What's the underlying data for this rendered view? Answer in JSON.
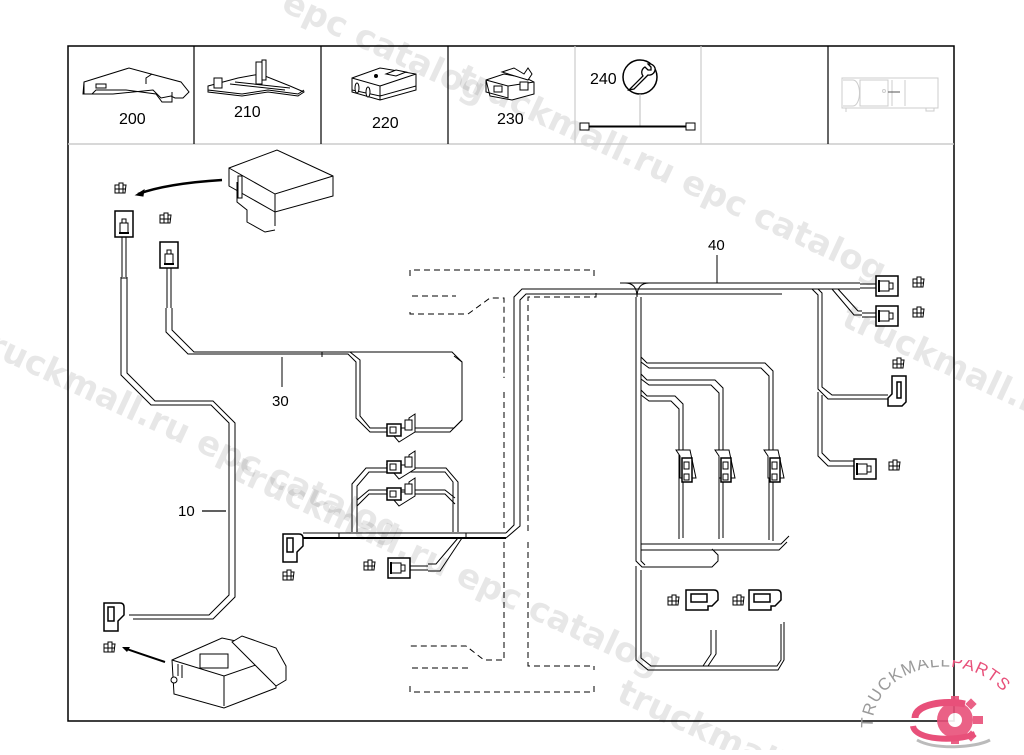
{
  "diagram": {
    "type": "wiring-harness-parts-diagram",
    "header_cells": [
      {
        "id": "200",
        "label": "200",
        "icon": "connector-housing-cover-icon"
      },
      {
        "id": "210",
        "label": "210",
        "icon": "connector-carrier-plate-icon"
      },
      {
        "id": "220",
        "label": "220",
        "icon": "connector-plug-icon"
      },
      {
        "id": "230",
        "label": "230",
        "icon": "connector-latch-icon"
      },
      {
        "id": "240",
        "label": "240",
        "icon": "wrench-repair-cable-icon"
      },
      {
        "id": "empty",
        "label": "",
        "icon": ""
      },
      {
        "id": "vehicle",
        "label": "",
        "icon": "radio-unit-thumbnail-icon"
      }
    ],
    "callouts": [
      {
        "id": "10",
        "label": "10",
        "part": "harness-cable-10"
      },
      {
        "id": "30",
        "label": "30",
        "part": "harness-cable-30"
      },
      {
        "id": "40",
        "label": "40",
        "part": "main-harness-40"
      }
    ],
    "components": [
      "control-unit-box",
      "switch-module",
      "connectors",
      "dashed-optional-routes"
    ]
  },
  "watermarks": {
    "text": "truckmall.ru epc catalog",
    "fragments": [
      "epc catalog",
      "truckmall.ru epc catalog",
      "truckmall.ru epc catalog",
      "truckmall.ru epc catalog",
      "truckmall.ru",
      "truckmall"
    ]
  },
  "brand": {
    "name_part1": "TRUCKMALL",
    "name_part2": "PARTS",
    "color_primary": "#e8507a",
    "color_gray": "#9a9a9a"
  }
}
